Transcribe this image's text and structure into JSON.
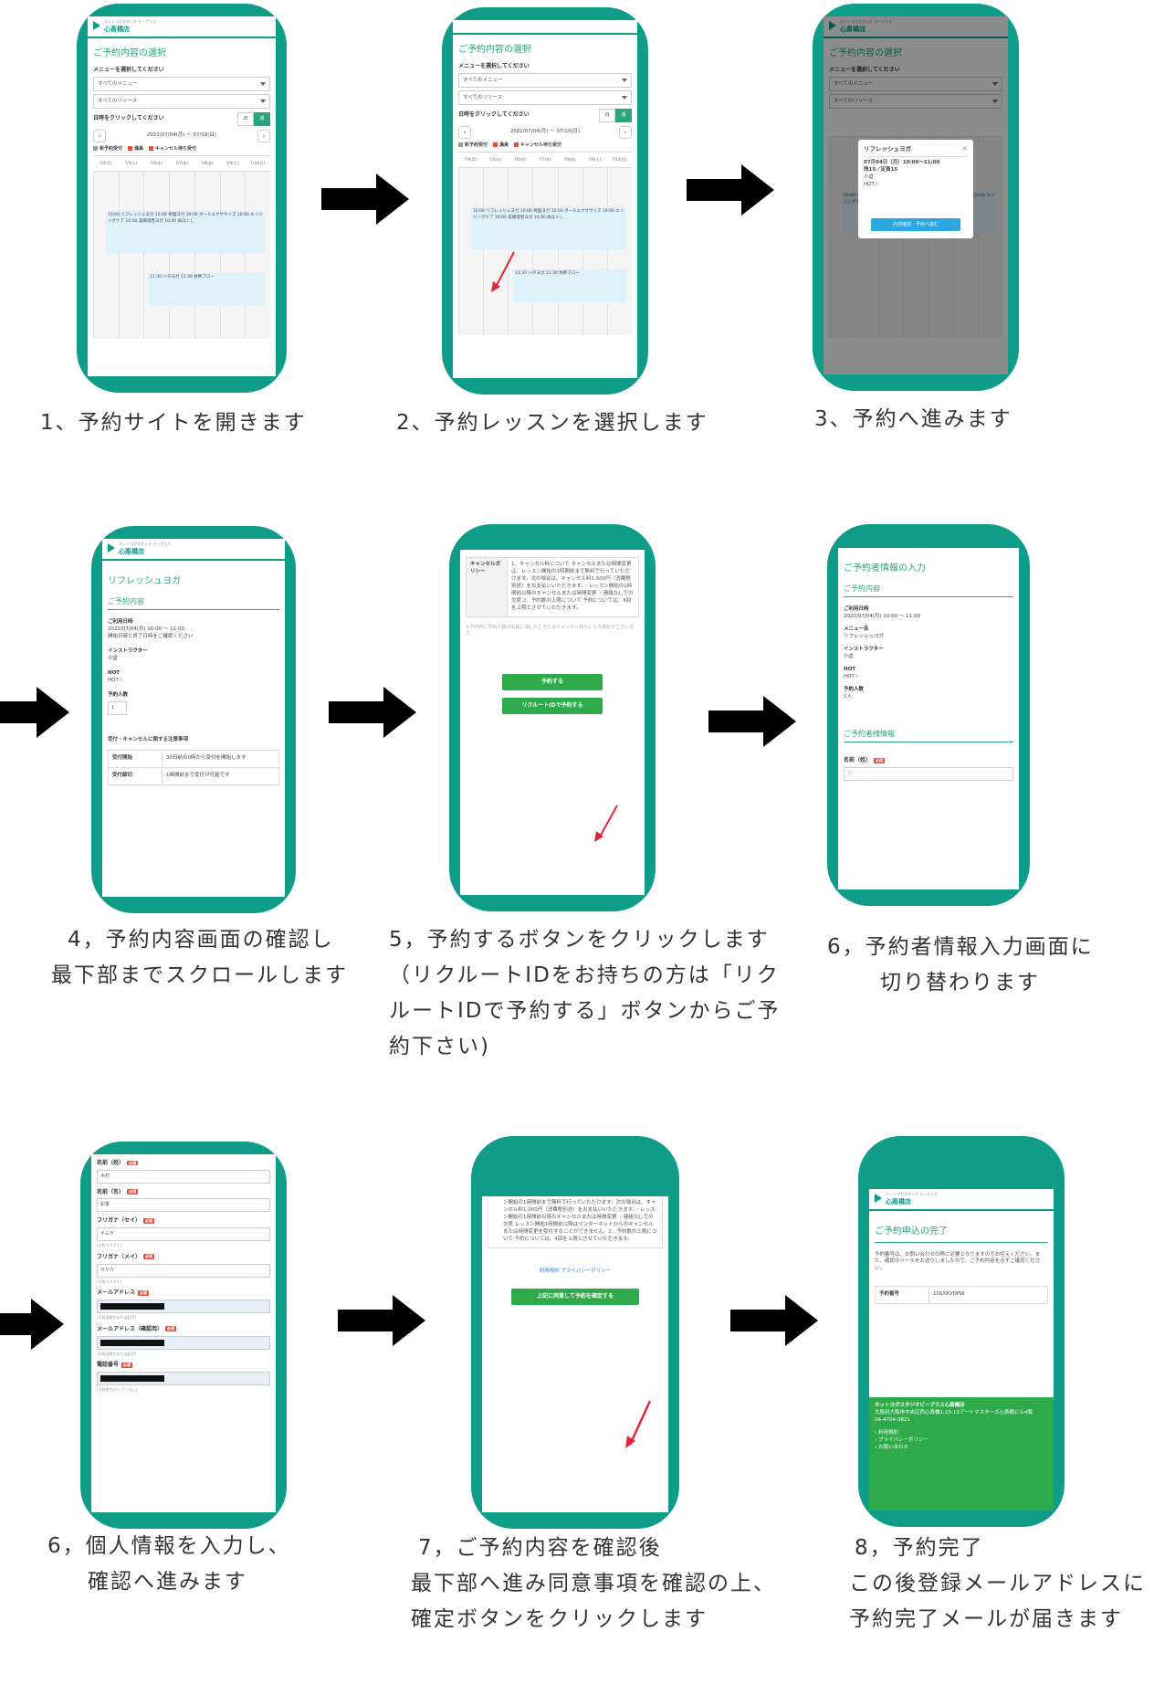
{
  "colors": {
    "phone": "#0f9d8a",
    "accent": "#2aa57c",
    "green_button": "#2eaa4a",
    "modal_button": "#2aa6e0",
    "callout": "#e0263a"
  },
  "brand": {
    "sub": "ホットヨガスタジオ ビープラス",
    "name": "心斎橋店"
  },
  "steps": [
    {
      "caption": [
        "1、予約サイトを開きます"
      ]
    },
    {
      "caption": [
        "2、予約レッスンを選択します"
      ]
    },
    {
      "caption": [
        "3、予約へ進みます"
      ]
    },
    {
      "caption": [
        "4，予約内容画面の確認し",
        "最下部までスクロールします"
      ]
    },
    {
      "caption": [
        "5，予約するボタンをクリックします",
        "（リクルートIDをお持ちの方は「リク",
        "ルートIDで予約する」ボタンからご予",
        "約下さい)"
      ]
    },
    {
      "caption": [
        "6，予約者情報入力画面に",
        "切り替わります"
      ]
    },
    {
      "caption": [
        "6，個人情報を入力し、",
        "確認へ進みます"
      ]
    },
    {
      "caption": [
        "7，ご予約内容を確認後",
        "最下部へ進み同意事項を確認の上、",
        "確定ボタンをクリックします"
      ]
    },
    {
      "caption": [
        "8，予約完了",
        "この後登録メールアドレスに",
        "予約完了メールが届きます"
      ]
    }
  ],
  "screen_select": {
    "title": "ご予約内容の選択",
    "menu_label": "メニューを選択してください",
    "menu_value": "すべてのメニュー",
    "resource_value": "すべてのリソース",
    "date_label": "日時をクリックしてください",
    "view_day": "日",
    "view_week": "週",
    "range": "2022/07/04(月) ～ 07/10(日)",
    "legend": [
      "新予約受付",
      "満員",
      "キャンセル待ち受付"
    ],
    "days": [
      "7/4(月)",
      "7/5(火)",
      "7/6(水)",
      "7/7(木)",
      "7/8(金)",
      "7/9(土)",
      "7/10(日)"
    ],
    "slots": "10:00 リフレッシュヨガ  10:00 骨盤ヨガ  10:00 ボールエクササイズ  10:00 エイジングケア  10:00 美脚溶岩ヨガ  10:00 肩ほぐし",
    "slots2": "11:30 ハタヨガ  11:30 体幹フロー"
  },
  "modal": {
    "title": "リフレッシュヨガ",
    "time": "07月04日（月）10:00～11:00",
    "remaining": "残15／定員15",
    "instructor": "小倉",
    "hot": "HOT☆",
    "button": "内容確認・予約へ進む"
  },
  "screen_detail": {
    "title": "リフレッシュヨガ",
    "section": "ご予約内容",
    "date_label": "ご利用日時",
    "date_value": "2022/07/04(月) 10:00 ～ 11:00",
    "date_note": "開始日時と終了日時をご確認ください",
    "instructor_label": "インストラクター",
    "instructor_value": "小倉",
    "hot_label": "HOT",
    "hot_value": "HOT☆",
    "people_label": "予約人数",
    "people_value": "1",
    "notice_title": "受付・キャンセルに関する注意事項",
    "row1_h": "受付開始",
    "row1_v": "30日前の0時から受付を開始します",
    "row2_h": "受付締切",
    "row2_v": "1時間前まで受付が可能です"
  },
  "screen_policy": {
    "header": "キャンセルポリシー",
    "body": "1、キャンセル料について キャンセルまたは時間変更は、レッスン開始の1時間前まで無料で行っていただけます。次の場合は、キャンセル料1,000円（消費税別途）をお支払いいただきます。・レッスン開始の1時間前以降のキャンセルまたは時間変更 ・連絡なしでの欠席 2、予約数の上限について 予約については、4回を上限とさせていただきます。",
    "note": "※予約時に予約人数が定員に達したときにはキャンセル待ちになる場合がございます。",
    "reserve_button": "予約する",
    "recruit_button": "リクルートIDで予約する"
  },
  "screen_info": {
    "title": "ご予約者情報の入力",
    "section1": "ご予約内容",
    "date_label": "ご利用日時",
    "date_value": "2022/07/04(月) 10:00 ～ 11:00",
    "menu_label": "メニュー名",
    "menu_value": "リフレッシュヨガ",
    "instructor_label": "インストラクター",
    "instructor_value": "小倉",
    "hot_label": "HOT",
    "hot_value": "HOT☆",
    "people_label": "予約人数",
    "people_value": "1人",
    "section2": "ご予約者様情報",
    "name_label": "名前（姓）",
    "name_placeholder": "姓",
    "required": "必須"
  },
  "screen_form": {
    "last_label": "名前（姓）",
    "last_value": "木村",
    "first_label": "名前（名）",
    "first_value": "彩香",
    "kana_last_label": "フリガナ（セイ）",
    "kana_last_value": "キムラ",
    "kana_first_label": "フリガナ（メイ）",
    "kana_first_value": "サヤカ",
    "kana_hint": "(全角カタカナ)",
    "mail_label": "メールアドレス",
    "mail_confirm_label": "メールアドレス（確認用）",
    "mail_hint": "(半角英数字または記号)",
    "tel_label": "電話番号",
    "tel_hint": "(半角数字/ハイフンなし)",
    "required": "必須"
  },
  "screen_confirm": {
    "body": "ン開始の1時間前まで無料で行っていただけます。次の場合は、キャンセル料1,000円（消費税別途）をお支払いいただきます。・レッスン開始の1時間前以降のキャンセルまたは時間変更 ・連絡なしでの欠席 レッスン開始1時間前以降はインターネットからのキャンセルまたは時間変更を受付することができません。2、予約数の上限について 予約については、4回を上限とさせていただきます。",
    "links": "利用規約  プライバシーポリシー",
    "button": "上記に同意して予約を確定する"
  },
  "screen_done": {
    "title": "ご予約申込の完了",
    "message": "予約番号は、お問い合わせの際に必要となりますのでお控えください。また、確認のメールをお送りしましたので、ご予約内容を必ずご確認ください。",
    "number_label": "予約番号",
    "number_value": "10SXKVDPW",
    "footer_name": "ホットヨガスタジオビープラス心斎橋店",
    "footer_address": "大阪府大阪市中央区西心斎橋1-15-13アートマスターズ心斎橋ビル4階",
    "footer_tel": "06-4704-3821",
    "footer_links": [
      "利用規約",
      "プライバシーポリシー",
      "お問い合わせ"
    ]
  }
}
